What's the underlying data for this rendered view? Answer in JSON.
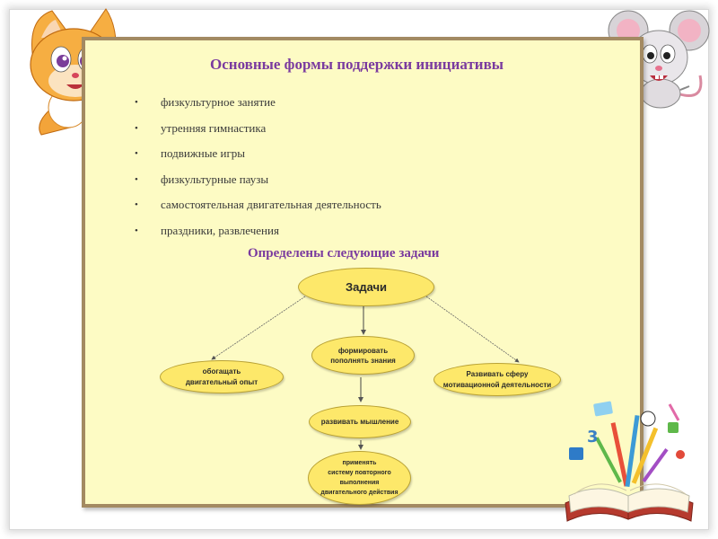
{
  "slide": {
    "title": "Основные формы поддержки инициативы",
    "bullets": [
      "физкультурное занятие",
      "утренняя гимнастика",
      "подвижные игры",
      "физкультурные паузы",
      "самостоятельная двигательная деятельность",
      "праздники, развлечения"
    ],
    "bullet_symbol": "•",
    "subtitle": "Определены следующие задачи"
  },
  "diagram": {
    "root": "Задачи",
    "left": [
      "обогащать",
      "двигательный опыт"
    ],
    "center": [
      "формировать",
      "пополнять знания"
    ],
    "right": [
      "Развивать сферу",
      "мотивационной деятельности"
    ],
    "think": "развивать мышление",
    "apply": [
      "применять",
      "систему повторного выполнения",
      "двигательного действия"
    ]
  },
  "colors": {
    "panel_bg": "#fdfbc4",
    "panel_border": "#a38a62",
    "heading": "#7a3a9f",
    "node_fill": "#fde86a"
  },
  "decorations": [
    "cat-mascot",
    "mouse-mascot",
    "open-book-with-school-supplies"
  ]
}
